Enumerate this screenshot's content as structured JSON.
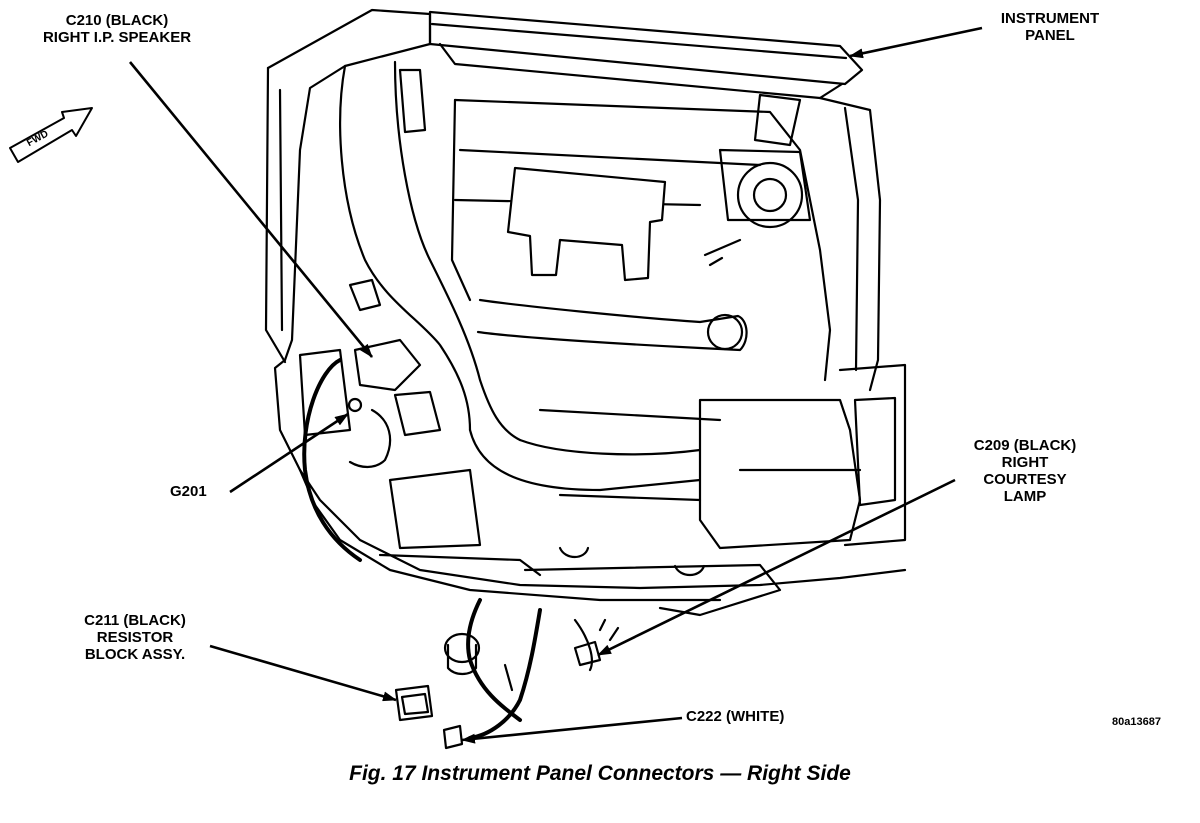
{
  "callouts": {
    "c210": {
      "line1": "C210 (BLACK)",
      "line2": "RIGHT I.P. SPEAKER"
    },
    "instrument_panel": {
      "line1": "INSTRUMENT",
      "line2": "PANEL"
    },
    "fwd": "FWD",
    "g201": "G201",
    "c209": {
      "line1": "C209 (BLACK)",
      "line2": "RIGHT",
      "line3": "COURTESY",
      "line4": "LAMP"
    },
    "c211": {
      "line1": "C211 (BLACK)",
      "line2": "RESISTOR",
      "line3": "BLOCK ASSY."
    },
    "c222": "C222 (WHITE)"
  },
  "figure_ref": "80a13687",
  "caption": "Fig. 17 Instrument Panel Connectors — Right Side"
}
